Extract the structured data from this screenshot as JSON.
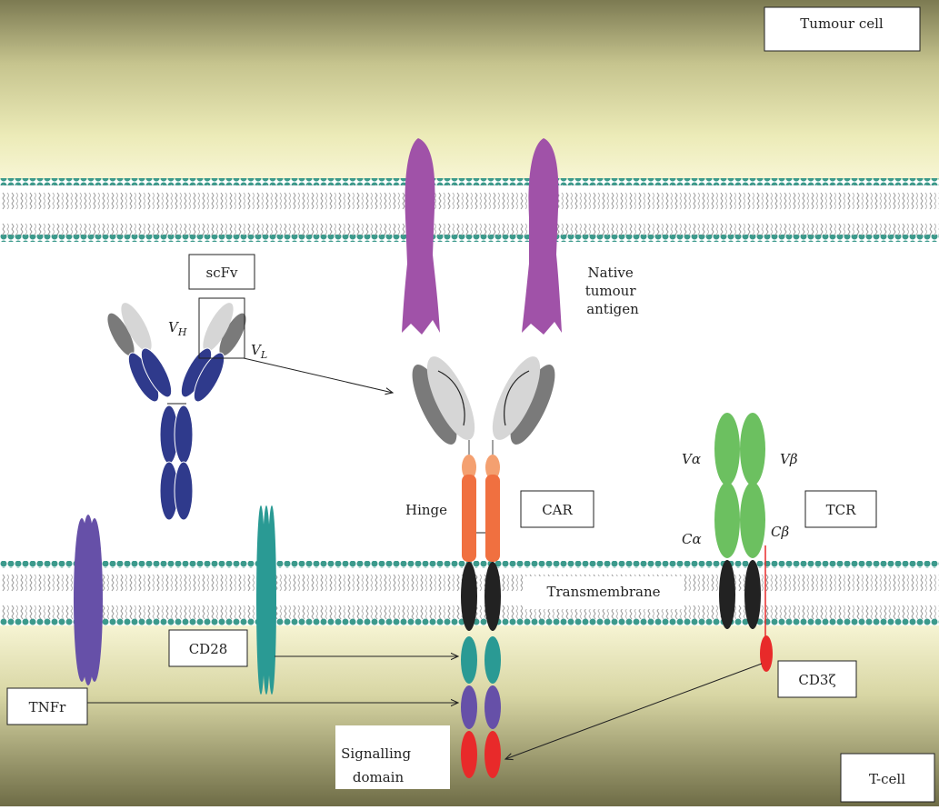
{
  "labels": {
    "tumour_cell": "Tumour cell",
    "t_cell": "T-cell",
    "scfv": "scFv",
    "vh_main": "V",
    "vh_sub": "H",
    "vl_main": "V",
    "vl_sub": "L",
    "native_antigen_lines": [
      "Native",
      "tumour",
      "antigen"
    ],
    "hinge": "Hinge",
    "car": "CAR",
    "transmembrane": "Transmembrane",
    "tcr": "TCR",
    "valpha": "Vα",
    "vbeta": "Vβ",
    "calpha": "Cα",
    "cbeta": "Cβ",
    "cd28": "CD28",
    "tnfr": "TNFr",
    "cd3z": "CD3ζ",
    "signalling_lines": [
      "Signalling",
      "domain"
    ]
  },
  "colors": {
    "antigen": "#a052a8",
    "antibody_dark": "#2f3a8c",
    "antibody_light_gray": "#d6d6d6",
    "antibody_dark_gray": "#7a7a7a",
    "car_hinge": "#f07040",
    "transmembrane_black": "#222222",
    "cd28_teal": "#2a9a94",
    "tnfr_purple": "#6650a8",
    "cd3z_red": "#e82a2a",
    "tcr_green": "#6cc060",
    "membrane_head": "#3c9a8c"
  }
}
